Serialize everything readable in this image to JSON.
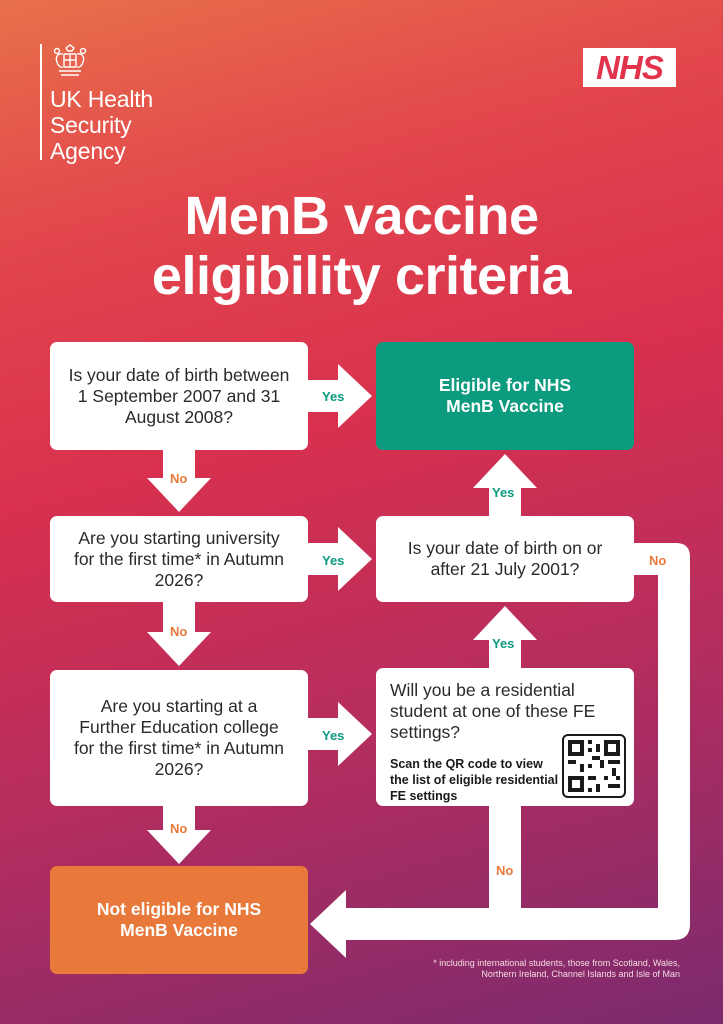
{
  "org": {
    "name": "UK Health\nSecurity\nAgency",
    "nhs_logo": "NHS"
  },
  "title": "MenB vaccine\neligibility criteria",
  "questions": {
    "q1": "Is your date of birth between 1 September 2007 and 31 August 2008?",
    "q2": "Are you starting university for the first time* in Autumn 2026?",
    "q3": "Are you starting at a Further Education college for the first time* in Autumn 2026?",
    "q4": "Is your date of birth on or after 21 July 2001?",
    "q5": "Will you be a residential student at one of these FE settings?",
    "q5_note": "Scan the QR code to view the list of eligible residential FE settings"
  },
  "outcomes": {
    "eligible": "Eligible for NHS MenB Vaccine",
    "not_eligible": "Not eligible for NHS MenB Vaccine"
  },
  "labels": {
    "yes": "Yes",
    "no": "No"
  },
  "colors": {
    "eligible": "#0d9b80",
    "not_eligible": "#e8793a",
    "yes_text": "#0d9b80",
    "no_text": "#e8793a"
  },
  "footnote": "* including international students, those from Scotland, Wales, Northern Ireland, Channel Islands and Isle of Man"
}
